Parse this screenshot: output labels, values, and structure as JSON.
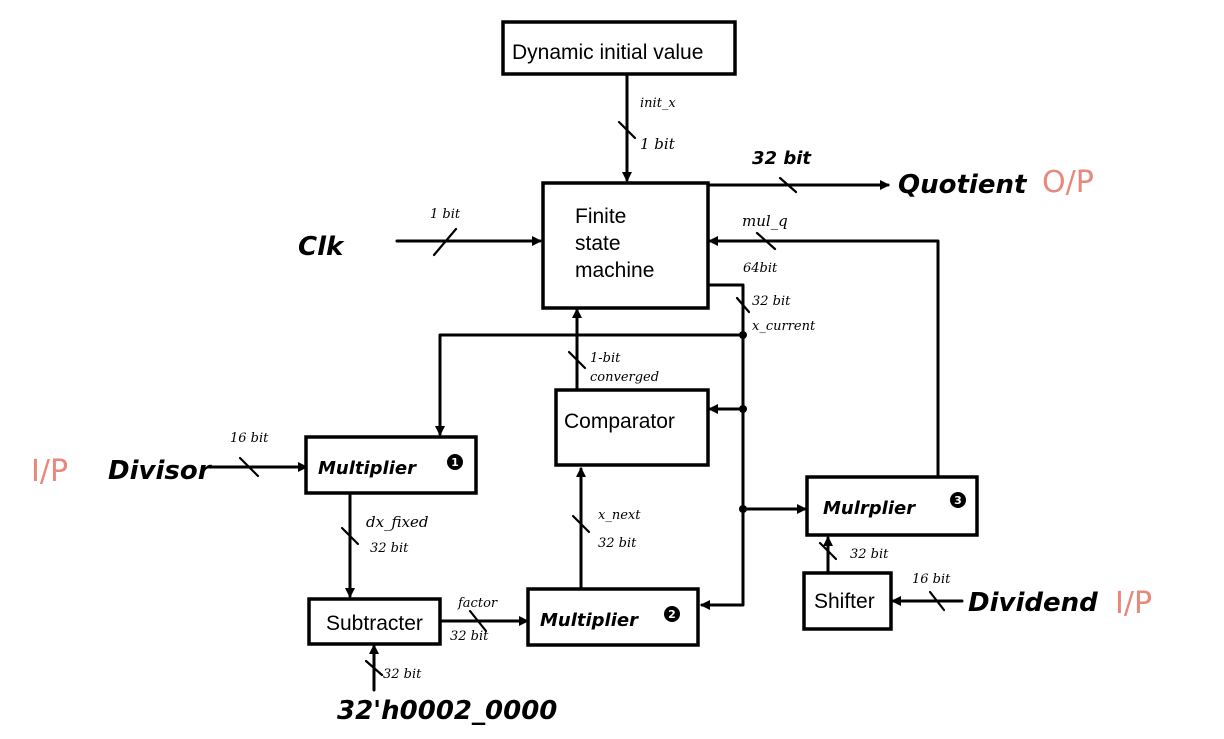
{
  "blocks": {
    "dynamic_init": "Dynamic initial value",
    "fsm_line1": "Finite",
    "fsm_line2": "state",
    "fsm_line3": "machine",
    "comparator": "Comparator",
    "multiplier1": "Multiplier",
    "multiplier2": "Multiplier",
    "multiplier3": "Mulrplier",
    "subtracter": "Subtracter",
    "shifter": "Shifter"
  },
  "badges": {
    "m1": "1",
    "m2": "2",
    "m3": "3"
  },
  "signals": {
    "init_x": "init_x",
    "init_x_width": "1 bit",
    "quotient_width": "32 bit",
    "clk_width": "1 bit",
    "mul_q": "mul_q",
    "mul_q_width": "64bit",
    "x_current_width": "32 bit",
    "x_current": "x_current",
    "converged_width": "1-bit",
    "converged": "converged",
    "divisor_width": "16 bit",
    "dx_fixed": "dx_fixed",
    "dx_fixed_width": "32 bit",
    "factor": "factor",
    "factor_width": "32 bit",
    "x_next": "x_next",
    "x_next_width": "32 bit",
    "const_width": "32 bit",
    "shifter_out_width": "32 bit",
    "dividend_width": "16 bit"
  },
  "ports": {
    "clk": "Clk",
    "divisor": "Divisor",
    "quotient": "Quotient",
    "dividend": "Dividend",
    "constant": "32'h0002_0000"
  },
  "io_tags": {
    "output": "O/P",
    "input_left": "I/P",
    "input_right": "I/P"
  }
}
